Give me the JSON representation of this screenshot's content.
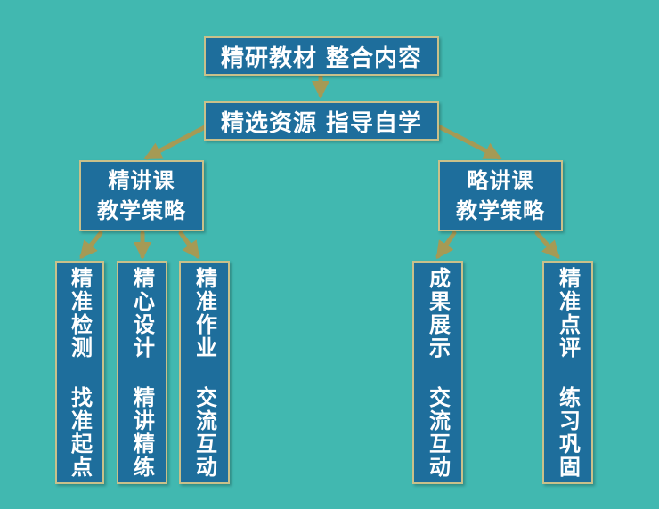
{
  "diagram": {
    "top": "精研教材 整合内容",
    "second": "精选资源 指导自学",
    "left_branch": {
      "line1": "精讲课",
      "line2": "教学策略"
    },
    "right_branch": {
      "line1": "略讲课",
      "line2": "教学策略"
    },
    "leaves": [
      "精准检测 找准起点",
      "精心设计 精讲精练",
      "精准作业 交流互动",
      "成果展示 交流互动",
      "精准点评 练习巩固"
    ],
    "colors": {
      "background": "#41b8b0",
      "box_fill": "#1e6e9c",
      "box_border": "#c9c08a",
      "arrow": "#a59a55",
      "text": "#ffffff"
    }
  }
}
